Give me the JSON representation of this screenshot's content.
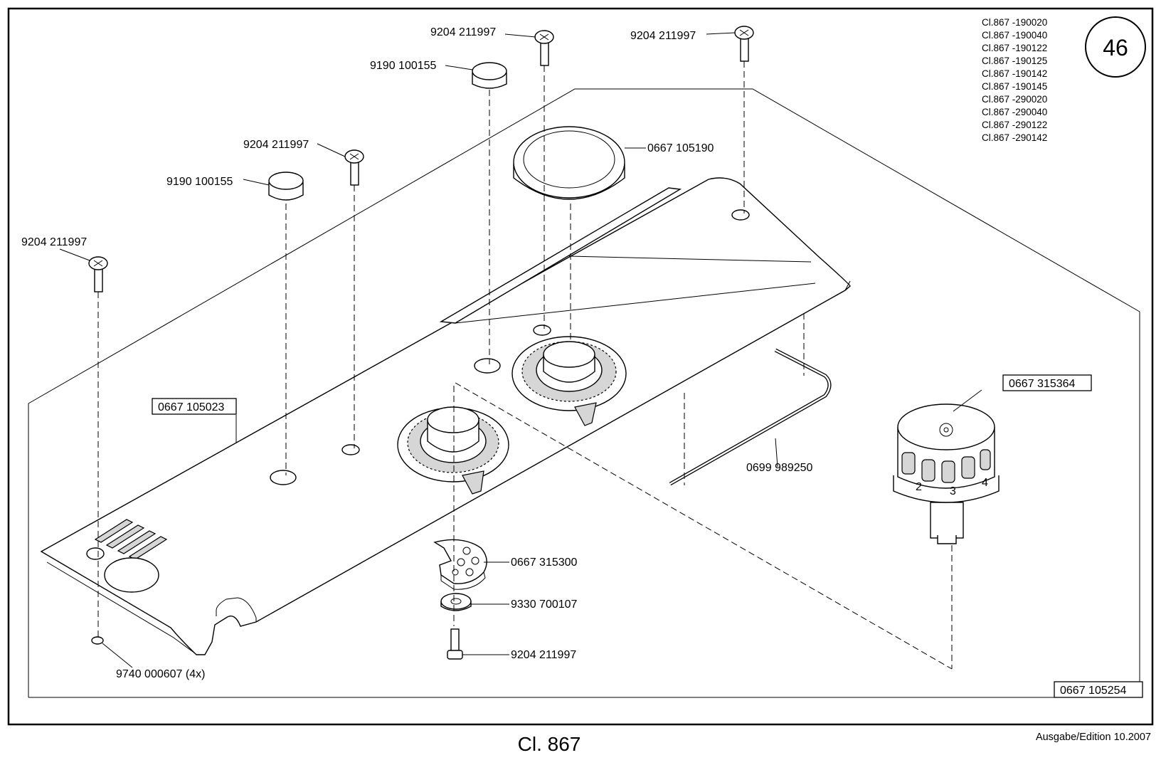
{
  "page": {
    "number": "46",
    "title": "Cl. 867",
    "edition": "Ausgabe/Edition  10.2007"
  },
  "models": [
    "Cl.867 -190020",
    "Cl.867 -190040",
    "Cl.867 -190122",
    "Cl.867 -190125",
    "Cl.867 -190142",
    "Cl.867 -190145",
    "Cl.867 -290020",
    "Cl.867 -290040",
    "Cl.867 -290122",
    "Cl.867 -290142"
  ],
  "parts": {
    "screw_top_center": "9204 211997",
    "screw_top_right": "9204 211997",
    "plug_top": "9190 100155",
    "cap": "0667 105190",
    "screw_mid": "9204 211997",
    "plug_mid": "9190 100155",
    "screw_left": "9204 211997",
    "cover": "0667 105023",
    "wire": "0699 989250",
    "knob": "0667 315364",
    "cam": "0667 315300",
    "washer": "9330 700107",
    "screw_bottom": "9204 211997",
    "nut": "9740 000607  (4x)",
    "assembly": "0667 105254"
  },
  "knob_scale": [
    "2",
    "3",
    "4"
  ]
}
